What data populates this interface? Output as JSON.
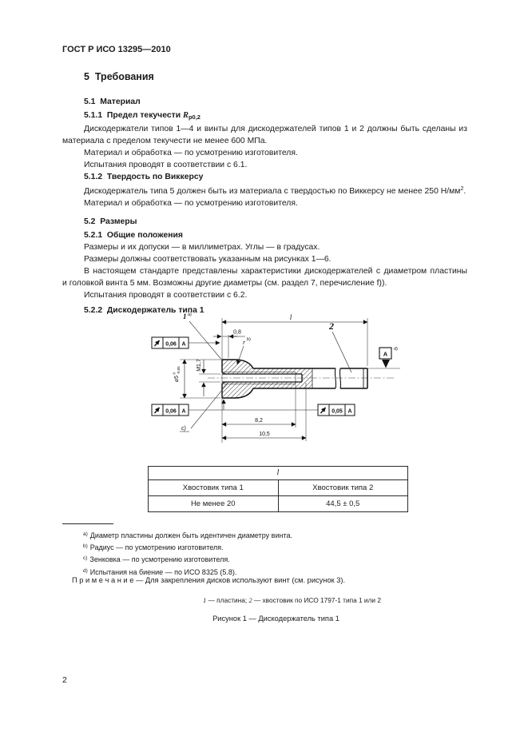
{
  "header": {
    "doc_id": "ГОСТ Р ИСО 13295—2010"
  },
  "page_number": "2",
  "headings": {
    "h5": "5  Требования",
    "h51": "5.1  Материал",
    "h511_pre": "5.1.1  Предел текучести ",
    "h511_sym": "R",
    "h511_sub": "p0,2",
    "h512": "5.1.2  Твердость по Виккерсу",
    "h52": "5.2  Размеры",
    "h521": "5.2.1  Общие положения",
    "h522": "5.2.2  Дискодержатель типа 1"
  },
  "paragraphs": {
    "p1l1": "Дискодержатели типов 1—4 и винты для дискодержателей типов 1 и 2 должны быть сделаны из",
    "p1l2": "материала с пределом текучести не менее 600 МПа.",
    "p2": "Материал и обработка — по усмотрению изготовителя.",
    "p3": "Испытания проводят в соответствии с 6.1.",
    "p4_pre": "Дискодержатель типа 5 должен быть из материала с твердостью по Виккерсу не менее 250 Н/мм",
    "p4_sup": "2",
    "p4_post": ".",
    "p5": "Материал и обработка — по усмотрению изготовителя.",
    "p6": "Размеры и их допуски — в миллиметрах. Углы — в градусах.",
    "p7": "Размеры должны соответствовать указанным на рисунках 1—6.",
    "p8l1": "В настоящем стандарте представлены характеристики дискодержателей с диаметром пластины",
    "p8l2": "и головкой винта 5 мм. Возможны другие диаметры (см. раздел 7, перечисление f)).",
    "p9": "Испытания проводят в соответствии с 6.2."
  },
  "figure": {
    "labels": {
      "length": "l",
      "dim_08": "0,8",
      "item1": "1",
      "sup_a": "a)",
      "radius": "r",
      "sup_b": "b)",
      "thread": "M1,7",
      "dia": "⌀5",
      "dia_tol_upper": "0",
      "dia_tol_lower": "-0,05",
      "item2": "2",
      "datum_letter": "A",
      "sup_d": "d)",
      "runout_top": "0,06",
      "runout_bottom": "0,06",
      "runout_right": "0,05",
      "frame_datum": "A",
      "dim_82": "8,2",
      "dim_105": "10,5",
      "sup_c": "c)"
    },
    "legend": {
      "n1": "1",
      "t1": " — пластина; ",
      "n2": "2",
      "t2": " — хвостовик по ИСО 1797-1 типа 1 или 2"
    },
    "caption": "Рисунок 1 — Дискодержатель типа 1"
  },
  "table": {
    "title": "l",
    "headers": [
      "Хвостовик типа 1",
      "Хвостовик типа 2"
    ],
    "values": [
      "Не менее 20",
      "44,5 ± 0,5"
    ]
  },
  "footnotes": [
    {
      "mark": "a)",
      "text": "Диаметр пластины должен быть идентичен диаметру винта."
    },
    {
      "mark": "b)",
      "text": "Радиус — по усмотрению изготовителя."
    },
    {
      "mark": "c)",
      "text": "Зенковка — по усмотрению изготовителя."
    },
    {
      "mark": "d)",
      "text": "Испытания на биение — по ИСО 8325 (5.8)."
    }
  ],
  "note": "П р и м е ч а н и е — Для закрепления дисков используют винт (см. рисунок 3)."
}
